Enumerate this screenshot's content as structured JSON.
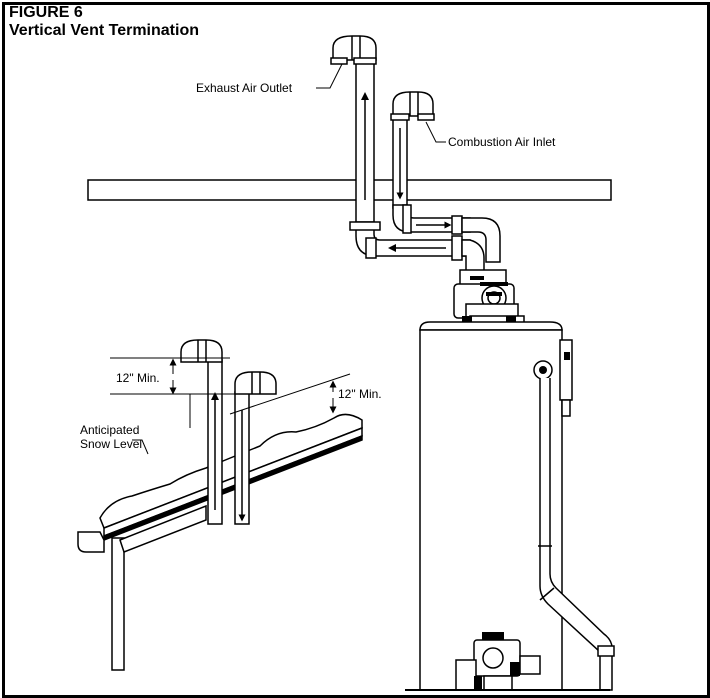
{
  "figure": {
    "number": "FIGURE 6",
    "title": "Vertical Vent Termination"
  },
  "labels": {
    "exhaust_air_outlet": "Exhaust Air Outlet",
    "combustion_air_inlet": "Combustion Air Inlet",
    "clearance_above_roof": "12\" Min.",
    "clearance_above_snow": "12\" Min.",
    "anticipated_snow_level_line1": "Anticipated",
    "anticipated_snow_level_line2": "Snow Level"
  },
  "colors": {
    "line": "#000000",
    "background": "#ffffff"
  }
}
